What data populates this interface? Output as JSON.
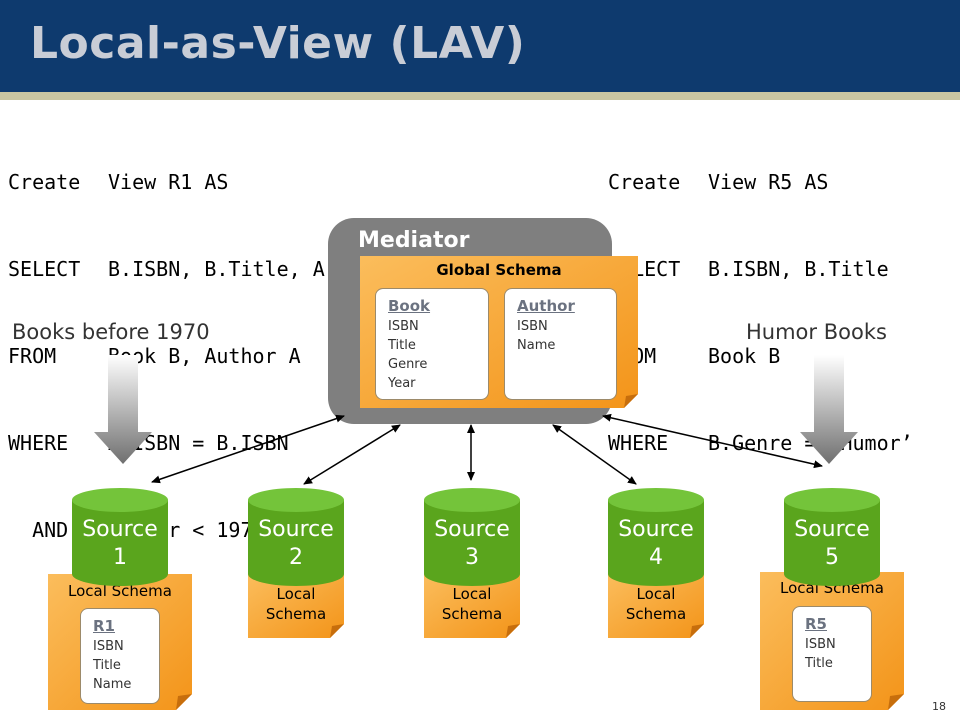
{
  "slide": {
    "title": "Local-as-View (LAV)",
    "page_number": "18"
  },
  "view_r1": {
    "lines": [
      {
        "kw": "Create",
        "rest": "View R1 AS"
      },
      {
        "kw": "SELECT",
        "rest": "B.ISBN, B.Title, A.Name"
      },
      {
        "kw": "FROM",
        "rest": "Book B, Author A"
      },
      {
        "kw": "WHERE",
        "rest": "A.ISBN = B.ISBN"
      },
      {
        "kw": "  AND",
        "rest": "B.Year < 1970"
      }
    ]
  },
  "view_r5": {
    "lines": [
      {
        "kw": "Create",
        "rest": "View R5 AS"
      },
      {
        "kw": "SELECT",
        "rest": "B.ISBN, B.Title"
      },
      {
        "kw": "FROM",
        "rest": "Book B"
      },
      {
        "kw": "WHERE",
        "rest": "B.Genre = ‘Humor’"
      }
    ]
  },
  "mediator": {
    "label": "Mediator",
    "global_schema": {
      "title": "Global Schema",
      "relations": [
        {
          "name": "Book",
          "attributes": [
            "ISBN",
            "Title",
            "Genre",
            "Year"
          ]
        },
        {
          "name": "Author",
          "attributes": [
            "ISBN",
            "Name"
          ]
        }
      ]
    }
  },
  "labels": {
    "left": "Books before 1970",
    "right": "Humor Books"
  },
  "sources": [
    {
      "line1": "Source",
      "line2": "1",
      "schema_title": "Local Schema",
      "relation": {
        "name": "R1",
        "attributes": [
          "ISBN",
          "Title",
          "Name"
        ]
      }
    },
    {
      "line1": "Source",
      "line2": "2",
      "schema_title": "Local Schema"
    },
    {
      "line1": "Source",
      "line2": "3",
      "schema_title": "Local Schema"
    },
    {
      "line1": "Source",
      "line2": "4",
      "schema_title": "Local Schema"
    },
    {
      "line1": "Source",
      "line2": "5",
      "schema_title": "Local Schema",
      "relation": {
        "name": "R5",
        "attributes": [
          "ISBN",
          "Title"
        ]
      }
    }
  ],
  "colors": {
    "header": "#0e3a6e",
    "mediator": "#7f7f7f",
    "schema_orange": "#f49a22",
    "source_green": "#5aa51d"
  }
}
